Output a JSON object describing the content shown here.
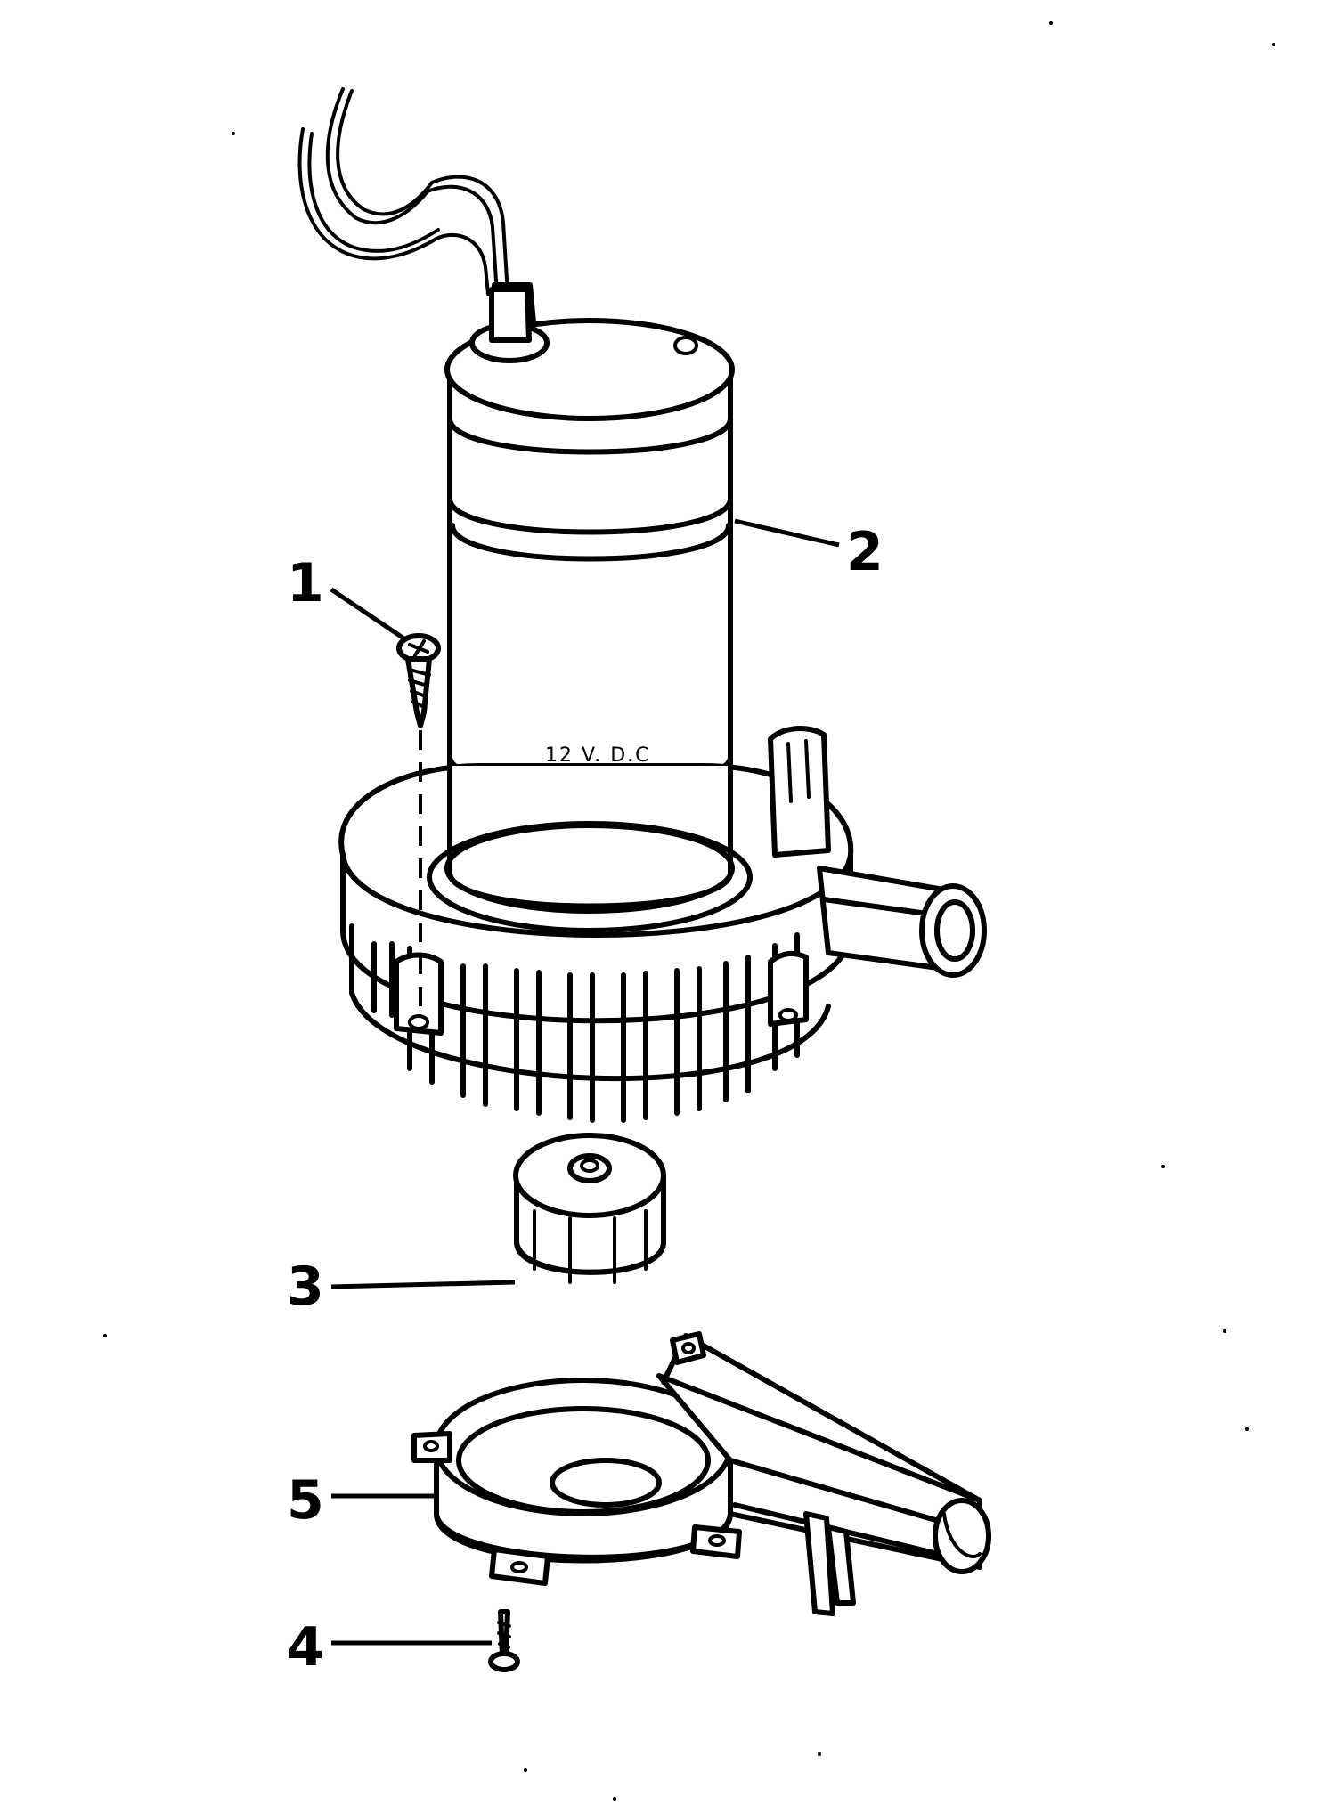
{
  "diagram": {
    "type": "exploded parts diagram",
    "housing_marking": "12 V. D.C",
    "callouts": [
      {
        "id": "1",
        "label": "1"
      },
      {
        "id": "2",
        "label": "2"
      },
      {
        "id": "3",
        "label": "3"
      },
      {
        "id": "4",
        "label": "4"
      },
      {
        "id": "5",
        "label": "5"
      }
    ]
  }
}
